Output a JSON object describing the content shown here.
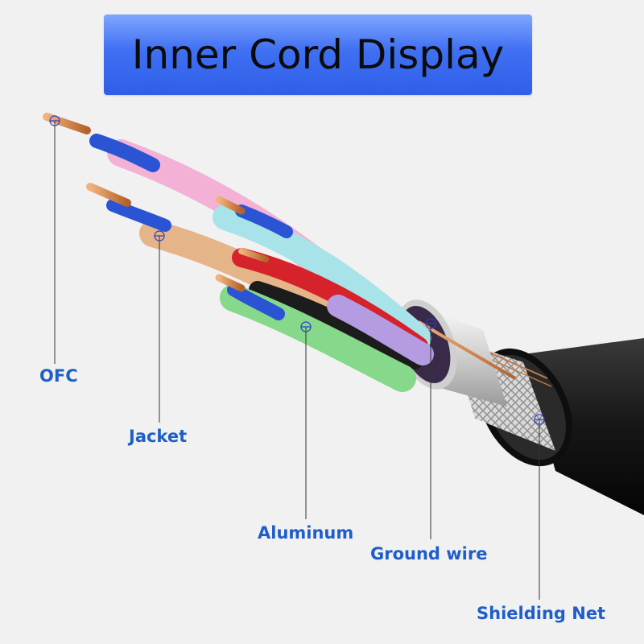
{
  "title": "Inner Cord Display",
  "labels": {
    "ofc": "OFC",
    "jacket": "Jacket",
    "aluminum": "Aluminum",
    "ground_wire": "Ground wire",
    "shielding_net": "Shielding Net"
  },
  "colors": {
    "banner": "#3f6ff2",
    "label_text": "#1f5ec8",
    "outer_jacket": "#1a1a1a",
    "copper": "#c8743c"
  }
}
